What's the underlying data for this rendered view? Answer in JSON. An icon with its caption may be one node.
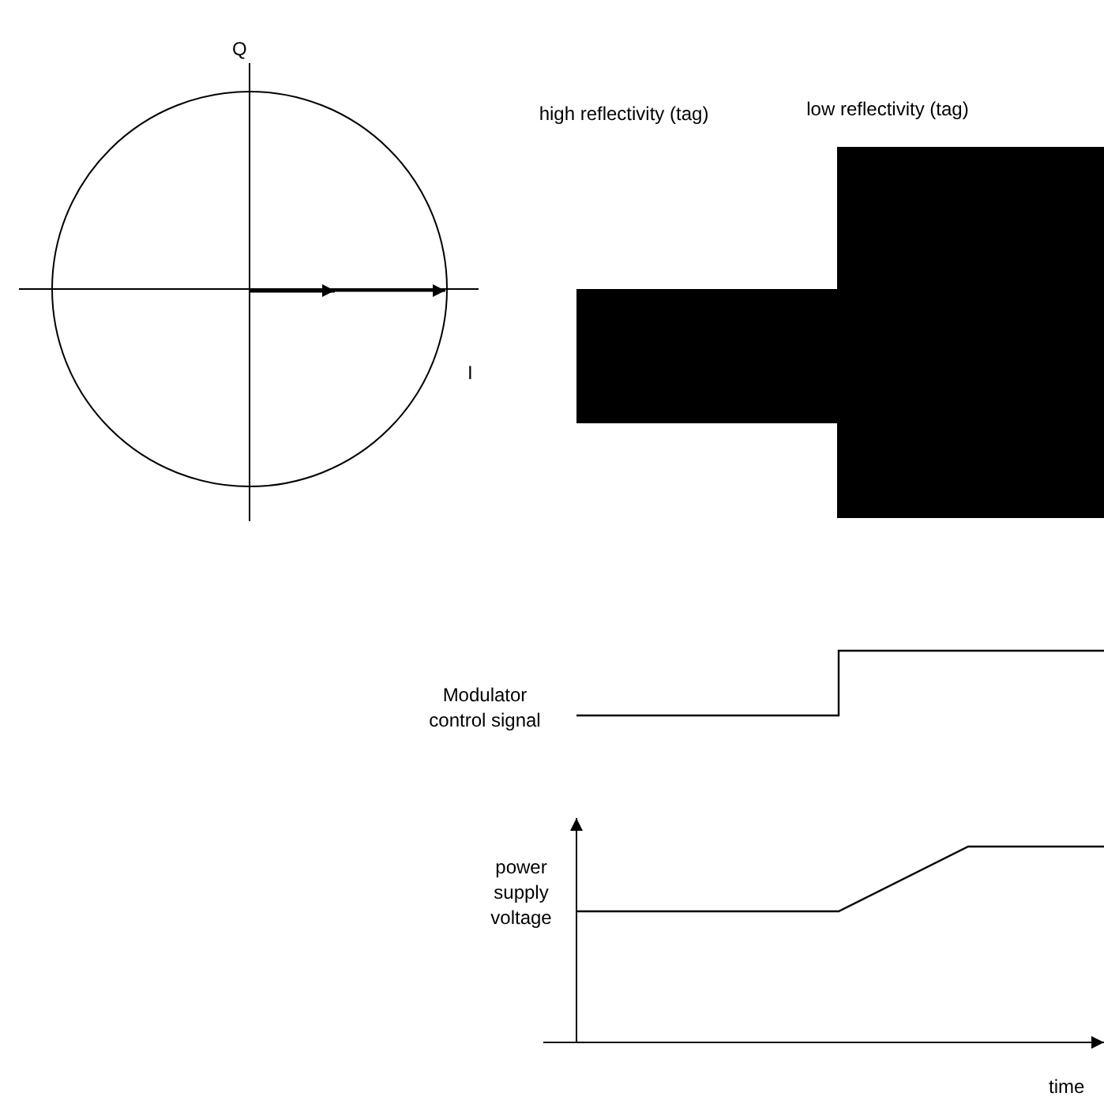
{
  "diagram": {
    "labels": [
      "Q",
      "high reflectivity (tag)",
      "low reflectivity (tag)",
      "I",
      "Modulator control signal",
      "power supply voltage",
      "time"
    ]
  }
}
